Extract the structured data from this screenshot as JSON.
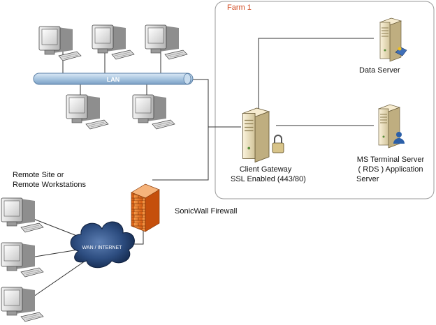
{
  "farm": {
    "title": "Farm 1"
  },
  "lan": {
    "label": "LAN"
  },
  "wan": {
    "label": "WAN / INTERNET"
  },
  "labels": {
    "data_server": "Data Server",
    "client_gateway_line1": "Client Gateway",
    "client_gateway_line2": "SSL Enabled (443/80)",
    "terminal_server_line1": "MS Terminal Server",
    "terminal_server_line2": "( RDS ) Application",
    "terminal_server_line3": "Server",
    "remote_line1": "Remote Site or",
    "remote_line2": "Remote Workstations",
    "firewall": "SonicWall Firewall"
  },
  "colors": {
    "farm_title": "#d24b22",
    "lan_bus": "#a9c6e0",
    "cloud": "#1f3a66",
    "firewall": "#e8731e",
    "connector": "#333333"
  },
  "icons": {
    "workstation": "desktop-computer-icon",
    "server": "server-tower-icon",
    "gateway": "locked-server-icon",
    "cloud": "internet-cloud-icon",
    "firewall": "brick-firewall-icon"
  }
}
